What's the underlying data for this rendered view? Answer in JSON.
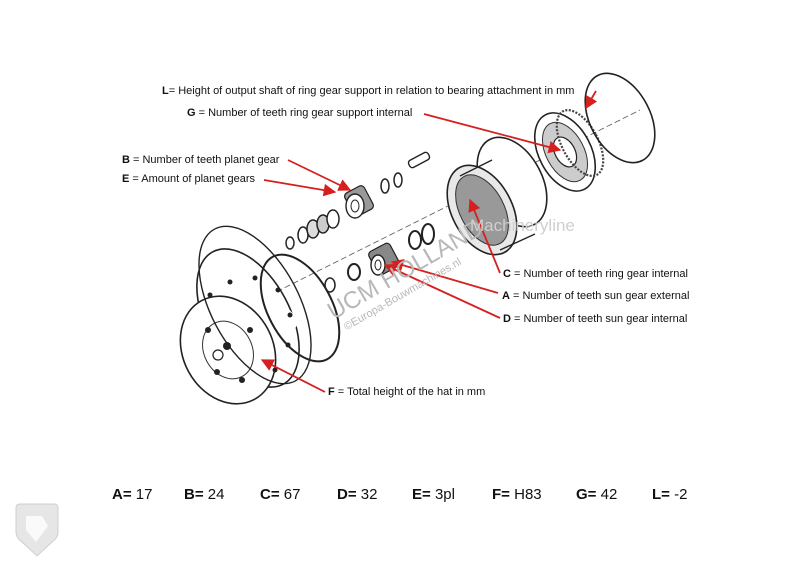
{
  "labels": {
    "L": {
      "key": "L",
      "text": "= Height of output shaft of ring gear support in relation to bearing attachment in mm"
    },
    "G": {
      "key": "G",
      "text": " = Number of teeth ring gear support internal"
    },
    "B": {
      "key": "B",
      "text": " = Number of teeth planet gear"
    },
    "E": {
      "key": "E",
      "text": " = Amount of planet gears"
    },
    "C": {
      "key": "C",
      "text": " = Number of teeth ring gear internal"
    },
    "A": {
      "key": "A",
      "text": " = Number of teeth sun gear external"
    },
    "D": {
      "key": "D",
      "text": " = Number of teeth sun gear internal"
    },
    "F": {
      "key": "F",
      "text": " = Total height of the hat in mm"
    }
  },
  "values": [
    {
      "key": "A=",
      "value": "17"
    },
    {
      "key": "B=",
      "value": "24"
    },
    {
      "key": "C=",
      "value": "67"
    },
    {
      "key": "D=",
      "value": "32"
    },
    {
      "key": "E=",
      "value": "3pl"
    },
    {
      "key": "F=",
      "value": "H83"
    },
    {
      "key": "G=",
      "value": "42"
    },
    {
      "key": "L=",
      "value": "-2"
    }
  ],
  "watermark": {
    "brand": "UCM HOLLAND",
    "site": "©Europa-Bouwmachines.nl",
    "tag": "Machineryline"
  },
  "colors": {
    "arrow": "#d62020",
    "line": "#222222",
    "text": "#111111",
    "watermark": "#b8b8b8"
  }
}
